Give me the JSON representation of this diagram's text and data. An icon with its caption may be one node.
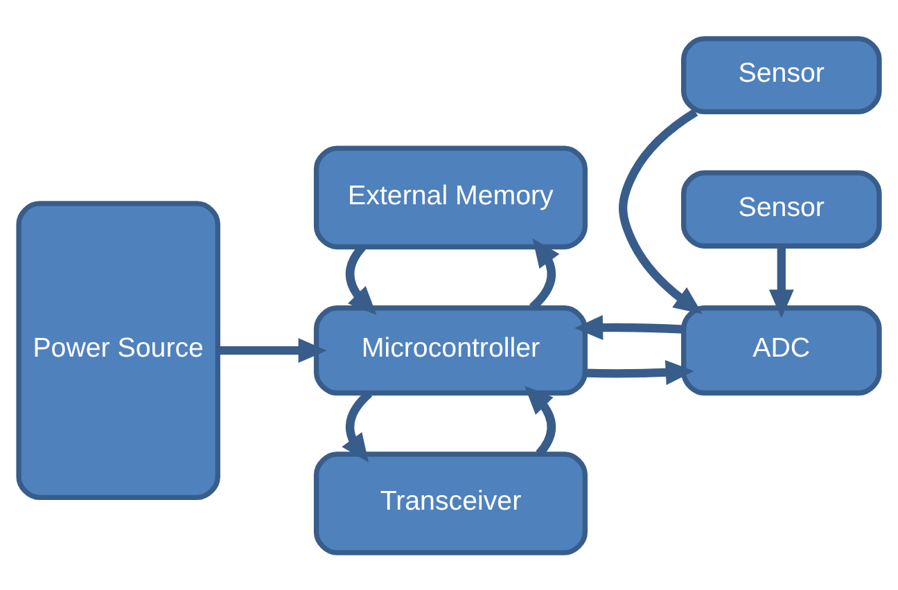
{
  "diagram": {
    "nodes": [
      {
        "text": [
          "Power Source"
        ]
      },
      {
        "text": [
          "Transceiver"
        ]
      },
      {
        "text": [
          "Microcontroller"
        ]
      },
      {
        "text": [
          "External Memory"
        ]
      },
      {
        "text": [
          "Sensor"
        ]
      },
      {
        "text": [
          "ADC"
        ]
      },
      {
        "text": [
          "Sensor"
        ]
      }
    ],
    "edges": [
      {
        "from": 0,
        "to": 2,
        "arrow": "to"
      },
      {
        "from": 1,
        "to": 2,
        "arrow": "to"
      },
      {
        "from": 2,
        "to": 1,
        "arrow": "to"
      },
      {
        "from": 2,
        "to": 3,
        "arrow": "to"
      },
      {
        "from": 3,
        "to": 2,
        "arrow": "to"
      },
      {
        "from": 2,
        "to": 5,
        "arrow": "to"
      },
      {
        "from": 5,
        "to": 2,
        "arrow": "to"
      },
      {
        "from": 4,
        "to": 5,
        "arrow": "to"
      },
      {
        "from": 6,
        "to": 5,
        "arrow": "to"
      }
    ]
  }
}
